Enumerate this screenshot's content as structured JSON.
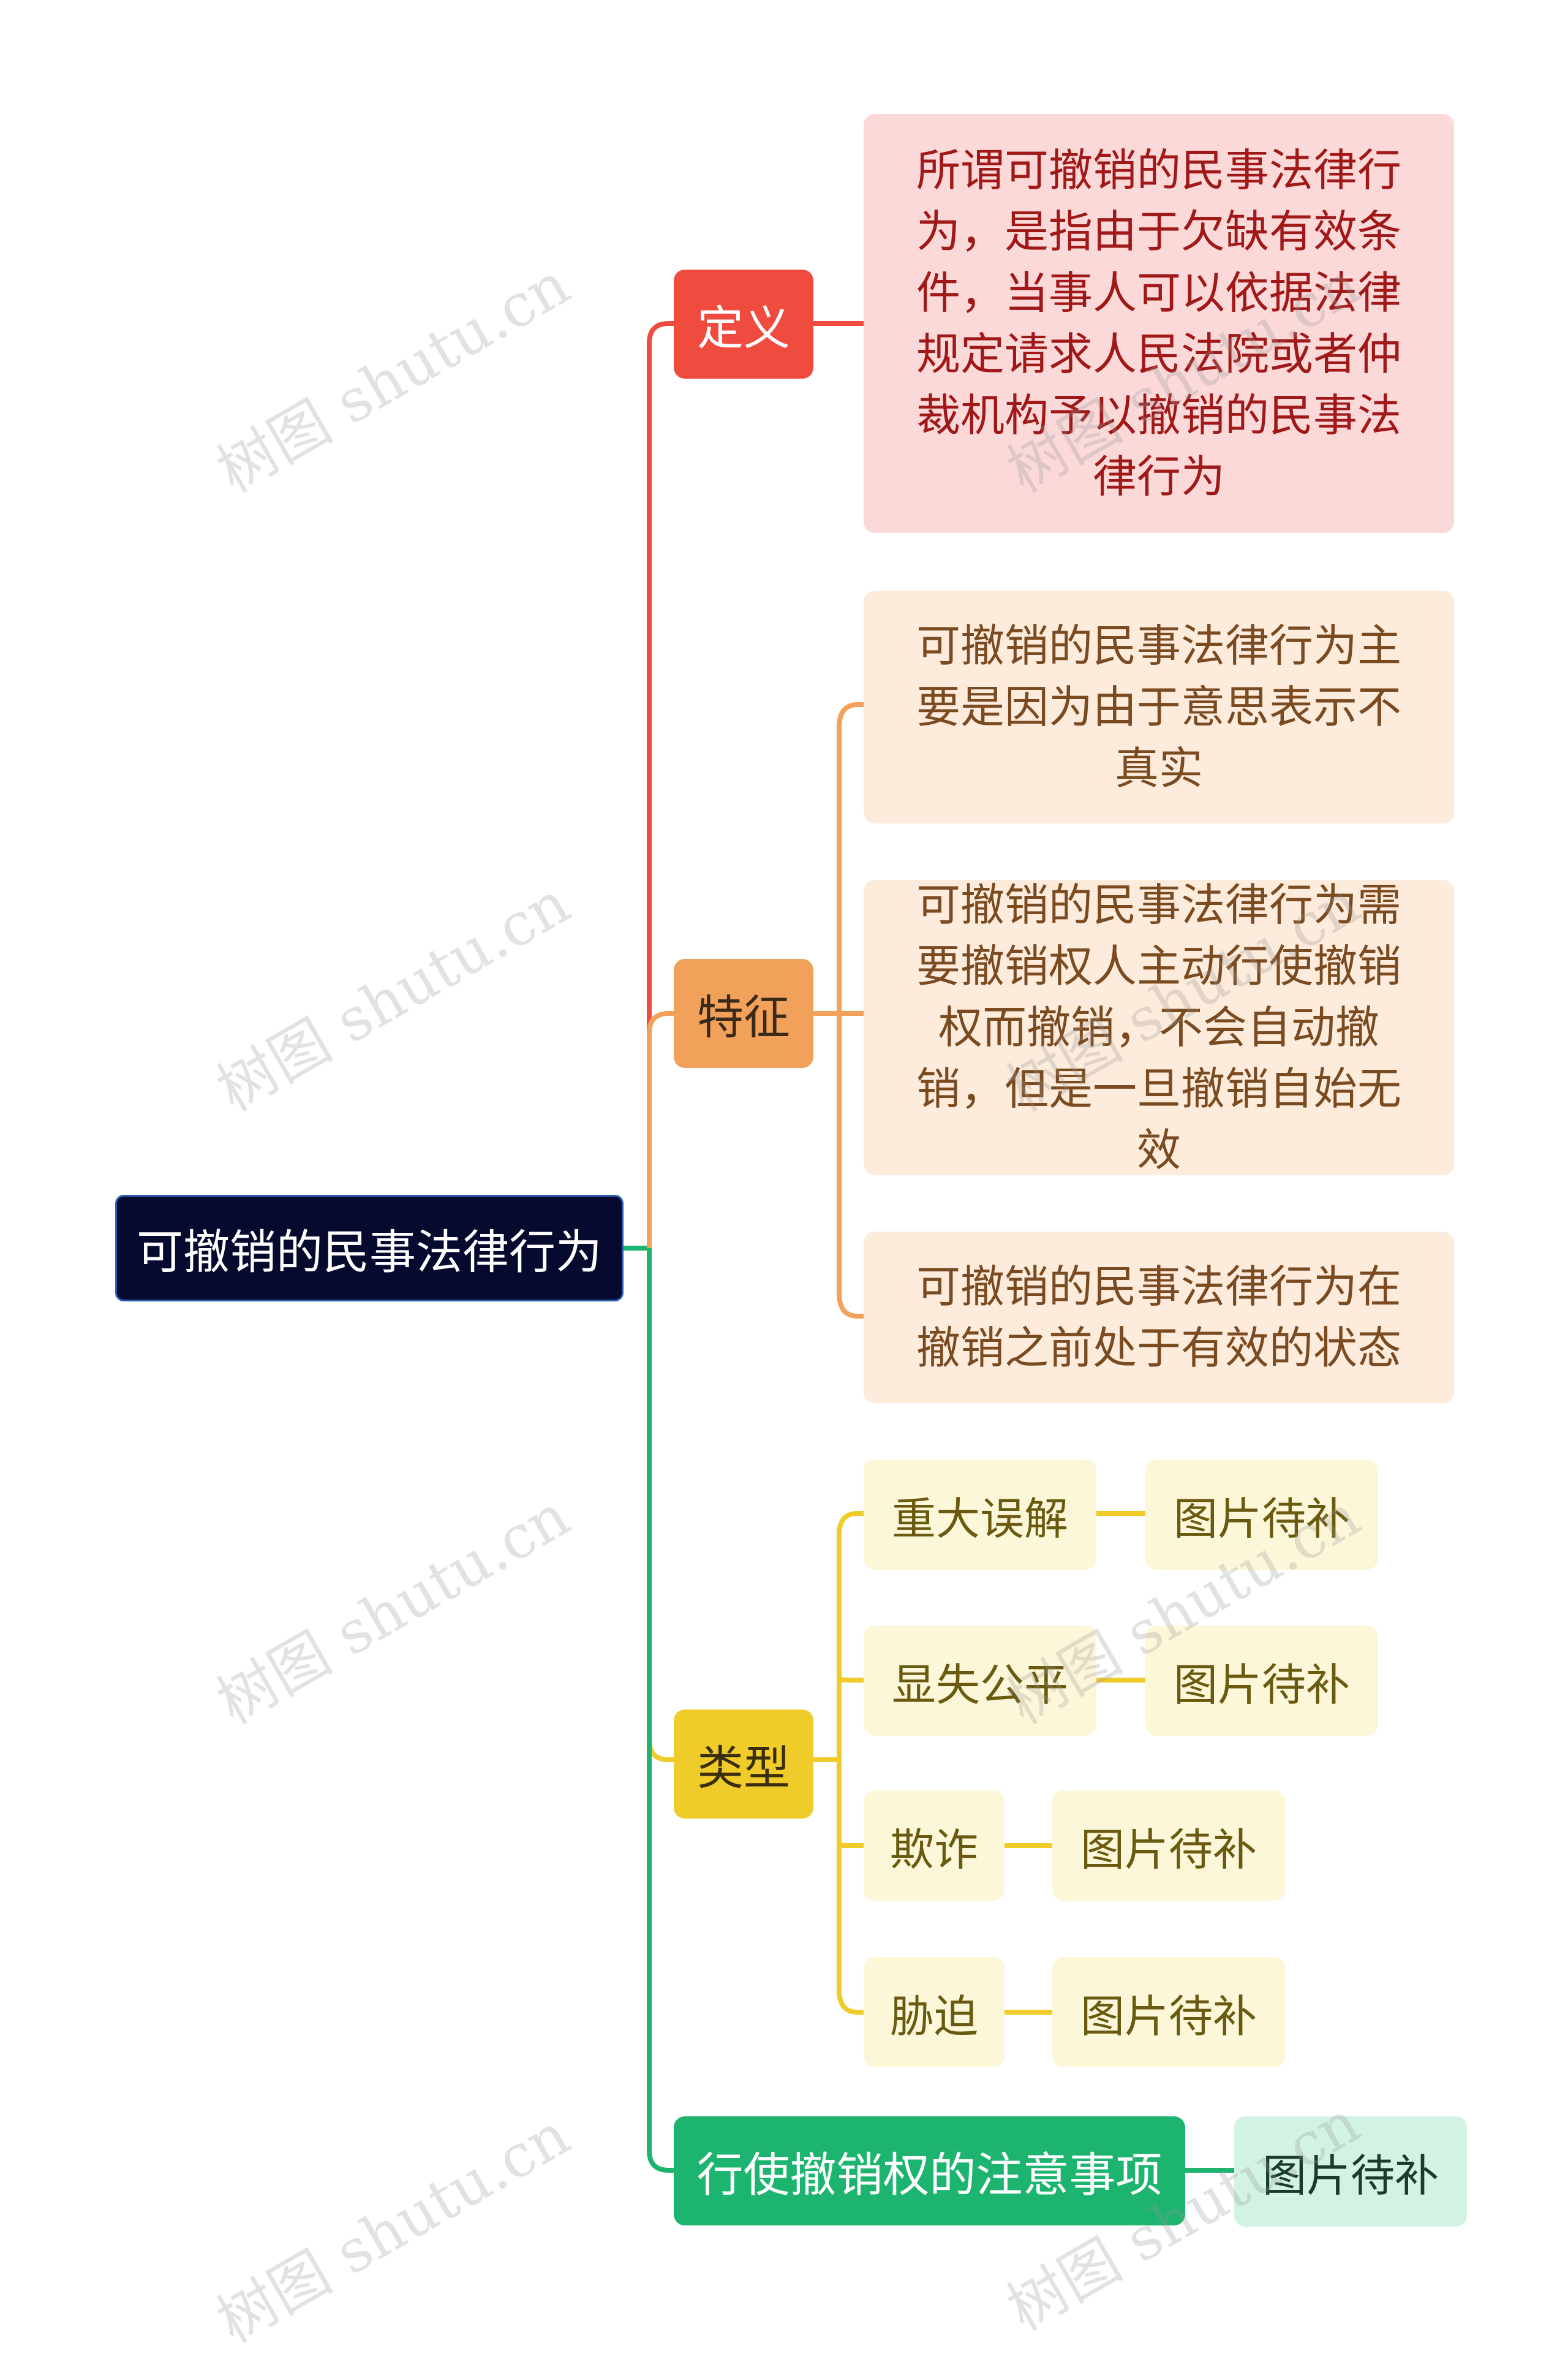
{
  "colors": {
    "root_bg": "#050a2e",
    "def": "#f04b3f",
    "feature": "#f2a15a",
    "type": "#f0cc2a",
    "note": "#1cb46e",
    "def_leaf_bg": "#fbd9d9",
    "feature_leaf_bg": "#fdebdc",
    "type_leaf_bg": "#fdf7d9",
    "note_leaf_bg": "#d2f2e4"
  },
  "root": {
    "label": "可撤销的民事法律行为"
  },
  "branches": {
    "definition": {
      "label": "定义",
      "text": "所谓可撤销的民事法律行为，是指由于欠缺有效条件，当事人可以依据法律规定请求人民法院或者仲裁机构予以撤销的民事法律行为"
    },
    "features": {
      "label": "特征",
      "items": [
        "可撤销的民事法律行为主要是因为由于意思表示不真实",
        "可撤销的民事法律行为需要撤销权人主动行使撤销权而撤销，不会自动撤销，但是一旦撤销自始无效",
        "可撤销的民事法律行为在撤销之前处于有效的状态"
      ]
    },
    "types": {
      "label": "类型",
      "items": [
        {
          "label": "重大误解",
          "child": "图片待补"
        },
        {
          "label": "显失公平",
          "child": "图片待补"
        },
        {
          "label": "欺诈",
          "child": "图片待补"
        },
        {
          "label": "胁迫",
          "child": "图片待补"
        }
      ]
    },
    "notes": {
      "label": "行使撤销权的注意事项",
      "child": "图片待补"
    }
  },
  "watermark": "树图 shutu.cn"
}
